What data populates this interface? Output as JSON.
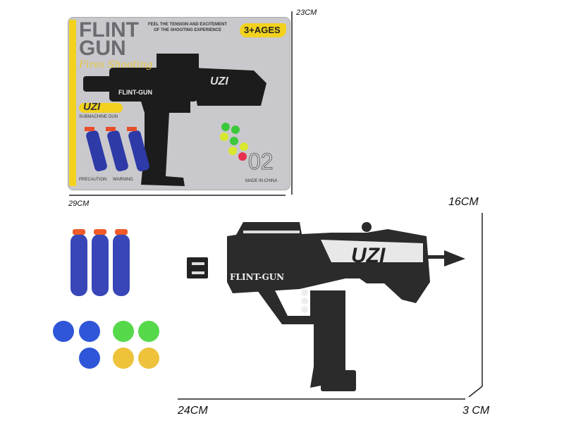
{
  "package": {
    "brand_big": "FLINT GUN",
    "script_text": "Fires Shooting",
    "tagline_1": "FEEL THE TENSION AND EXCITEMENT",
    "tagline_2": "OF THE SHOOTING EXPERIENCE",
    "age": "3+AGES",
    "model_label": "UZI",
    "model_sub": "SUBMACHINE GUN",
    "gun_brand": "FLINT-GUN",
    "number": "02",
    "made_in": "MADE IN CHINA",
    "precaution": "PRECAUTION",
    "warning": "WARNING"
  },
  "product": {
    "gun_brand": "FLINT-GUN",
    "gun_model": "UZI"
  },
  "dimensions": {
    "package_height": "23CM",
    "package_width": "29CM",
    "product_height": "16CM",
    "product_width": "24CM",
    "product_depth": "3 CM"
  },
  "colors": {
    "gun": "#2b2b2b",
    "dart_foam": "#3846b8",
    "dart_tip": "#f05a28",
    "ball_blue": "#2f56d8",
    "ball_green": "#55d84a",
    "ball_yellow": "#eec23a",
    "package_accent": "#f2d21e"
  }
}
